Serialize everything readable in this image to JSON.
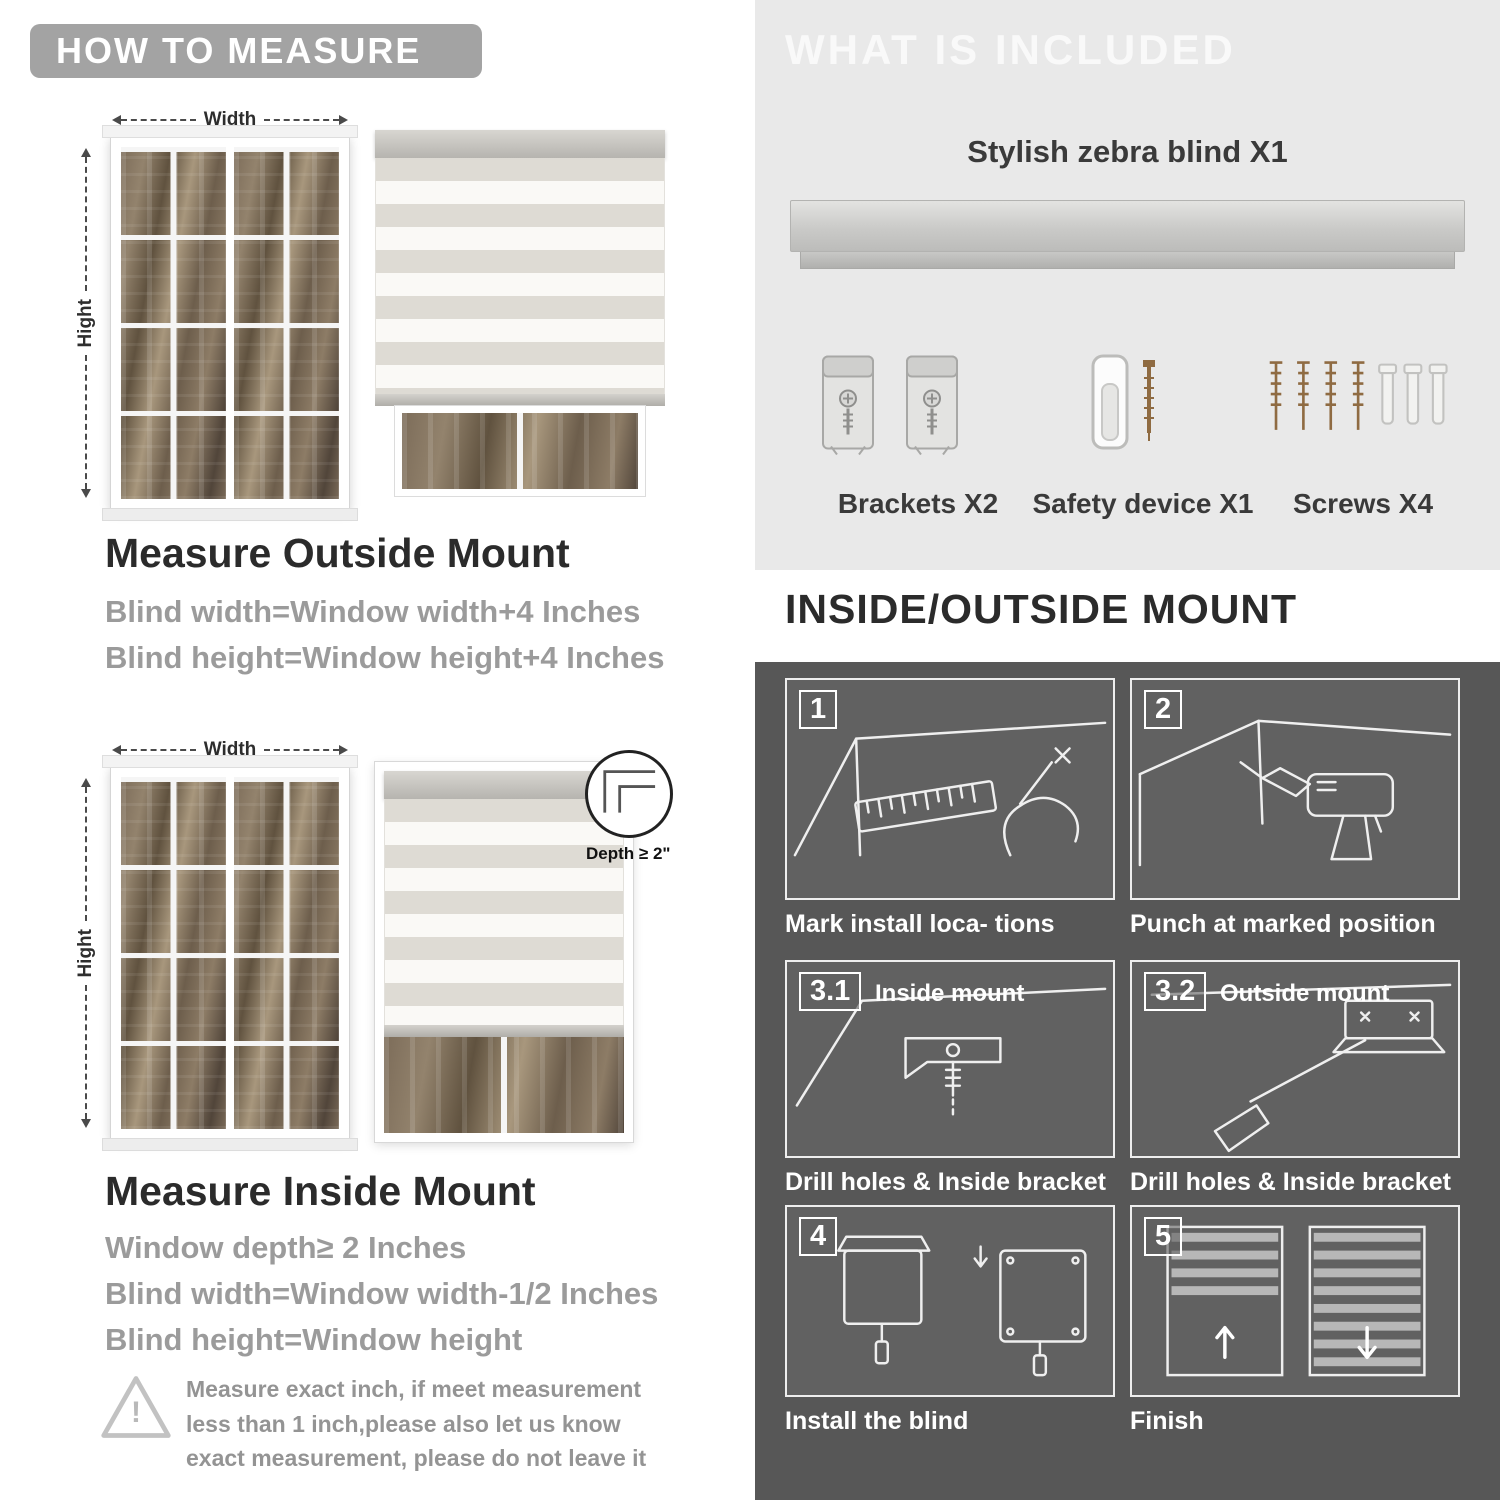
{
  "colors": {
    "banner_gray": "#a3a3a3",
    "panel_light": "#e9e9e9",
    "panel_dark": "#575757",
    "text_dark": "#2b2b2b",
    "text_gray": "#9b9b9b"
  },
  "left": {
    "banner": "HOW TO MEASURE",
    "outside": {
      "width_label": "Width",
      "height_label": "Hight",
      "title": "Measure Outside Mount",
      "line1": "Blind width=Window width+4 Inches",
      "line2": "Blind height=Window height+4 Inches"
    },
    "inside": {
      "width_label": "Width",
      "height_label": "Hight",
      "depth_label": "Depth ≥ 2\"",
      "title": "Measure Inside Mount",
      "line1": "Window depth≥ 2 Inches",
      "line2": "Blind width=Window width-1/2 Inches",
      "line3": "Blind height=Window height"
    },
    "warning_mark": "!",
    "note": "Measure exact inch, if meet measurement less than 1 inch,please also let us know exact measurement, please do not leave it"
  },
  "right": {
    "included": {
      "banner": "WHAT IS INCLUDED",
      "blind_label": "Stylish zebra blind X1",
      "items": [
        {
          "label": "Brackets X2"
        },
        {
          "label": "Safety device X1"
        },
        {
          "label": "Screws X4"
        }
      ]
    },
    "mount": {
      "title": "INSIDE/OUTSIDE MOUNT",
      "steps": [
        {
          "num": "1",
          "tag": "",
          "caption": "Mark install loca- tions"
        },
        {
          "num": "2",
          "tag": "",
          "caption": "Punch at  marked position"
        },
        {
          "num": "3.1",
          "tag": "Inside mount",
          "caption": "Drill holes &  Inside bracket"
        },
        {
          "num": "3.2",
          "tag": "Outside mount",
          "caption": "Drill holes &  Inside bracket"
        },
        {
          "num": "4",
          "tag": "",
          "caption": "Install the blind"
        },
        {
          "num": "5",
          "tag": "",
          "caption": "Finish"
        }
      ]
    }
  }
}
